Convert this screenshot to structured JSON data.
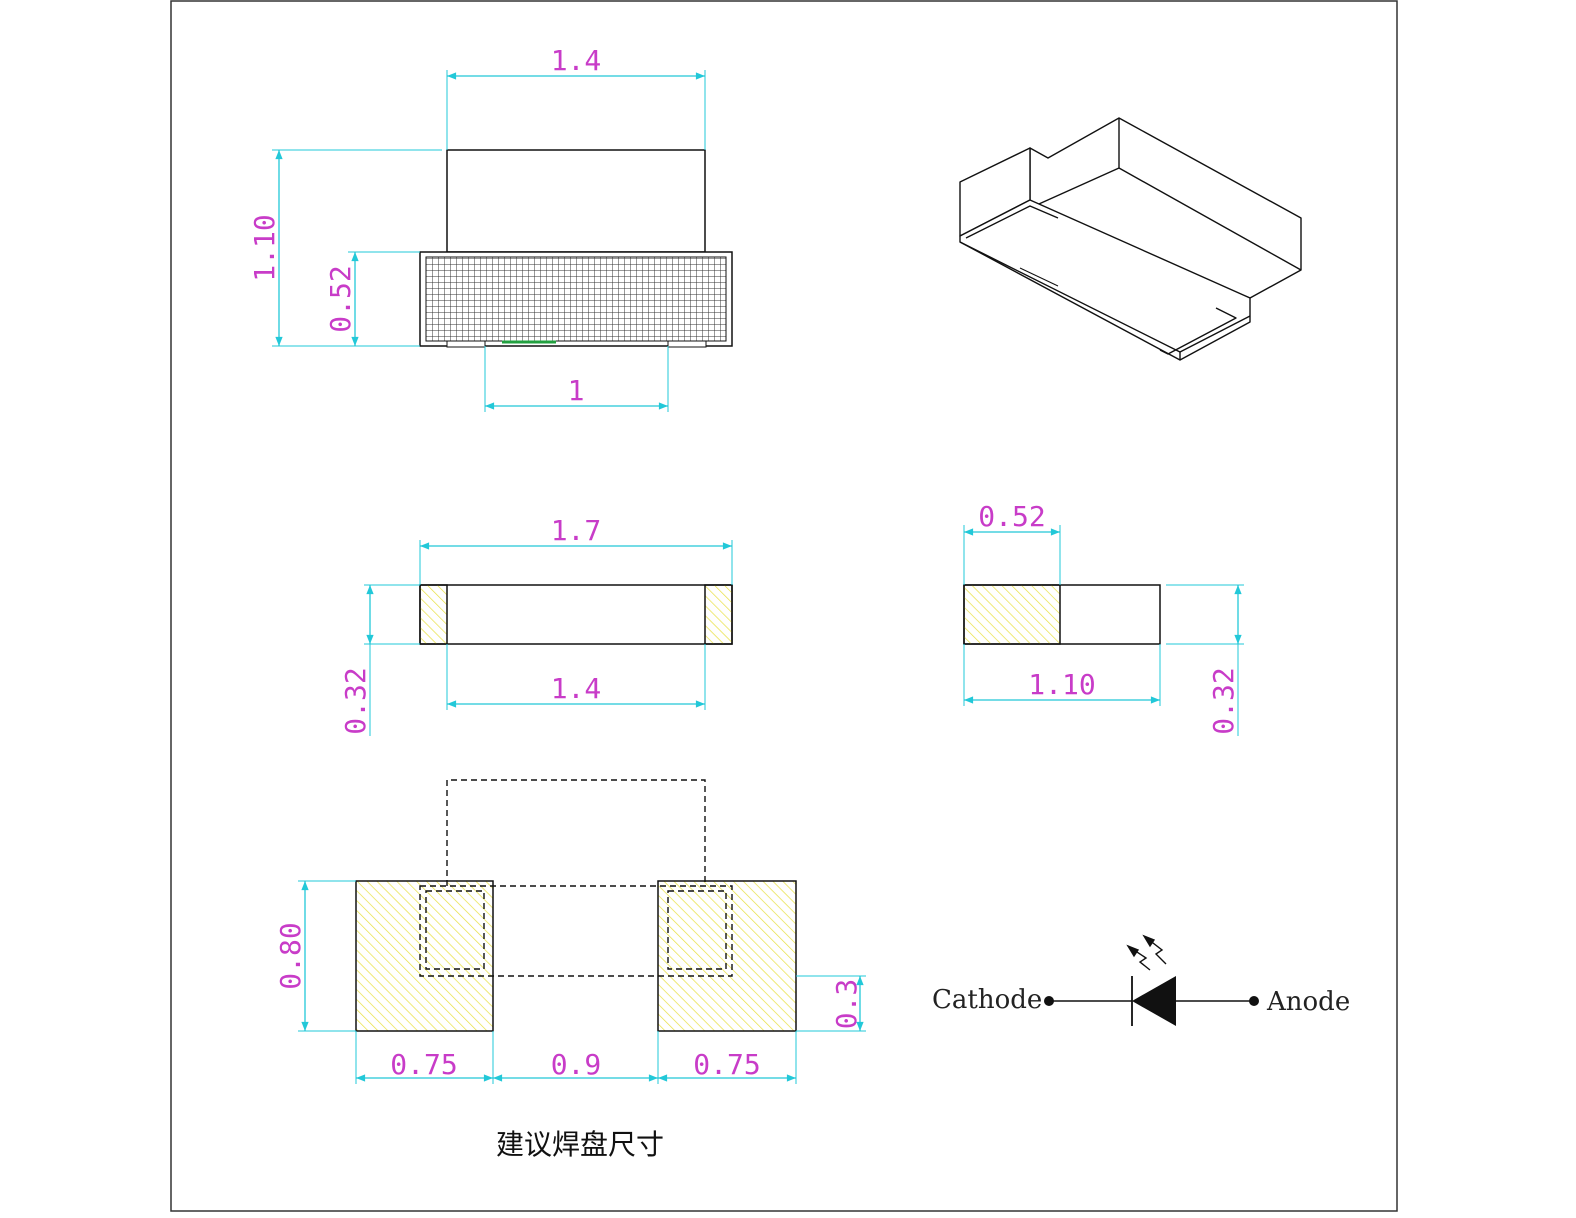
{
  "colors": {
    "dimension_line": "#22c8d8",
    "dimension_text": "#c83cc8",
    "outline": "#111111",
    "pad_hatch": "#e8e040",
    "contact_green": "#22a040"
  },
  "top_view": {
    "width_dim": "1.4",
    "height_dim": "1.10",
    "lens_height_dim": "0.52",
    "pad_gap_dim": "1"
  },
  "front_view": {
    "total_length_dim": "1.7",
    "body_length_dim": "1.4",
    "thickness_dim": "0.32"
  },
  "side_view": {
    "pad_width_dim": "0.52",
    "length_dim": "1.10",
    "thickness_dim": "0.32"
  },
  "footprint": {
    "pad_height_dim": "0.80",
    "pad_width_left_dim": "0.75",
    "gap_dim": "0.9",
    "pad_width_right_dim": "0.75",
    "inner_height_dim": "0.3",
    "caption": "建议焊盘尺寸"
  },
  "schematic": {
    "cathode_label": "Cathode",
    "anode_label": "Anode"
  }
}
